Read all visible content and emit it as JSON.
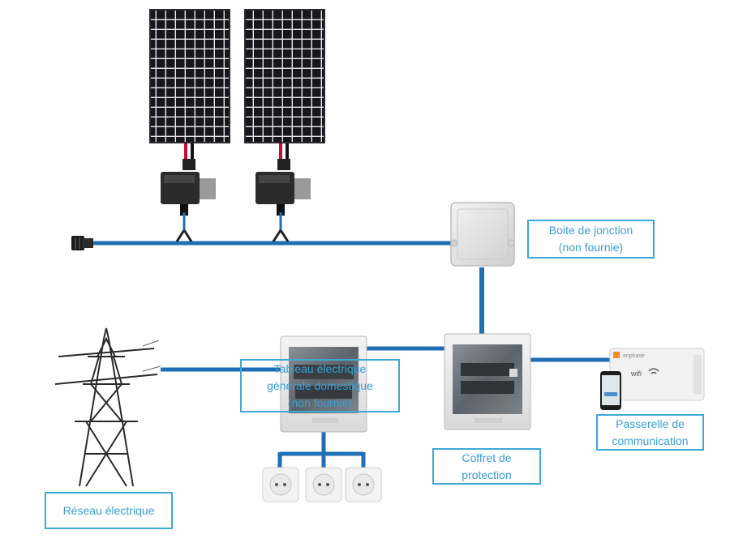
{
  "colors": {
    "cable": "#1f6fb5",
    "label_border": "#3fa9d6",
    "label_text": "#3b9fd4",
    "panel_cell": "#16161c",
    "panel_frame": "#2a2a2e",
    "enclosure": "#e6e6e6"
  },
  "components": {
    "solar_panels": {
      "count": 2,
      "icon": "solar-panel-icon"
    },
    "micro_inverters": {
      "count": 2,
      "icon": "micro-inverter-icon"
    },
    "cable_end_cap": {
      "icon": "cable-end-cap-icon"
    },
    "pylon": {
      "icon": "power-pylon-icon"
    },
    "sockets": {
      "count": 3,
      "icon": "wall-socket-icon"
    },
    "gateway": {
      "icon": "gateway-icon",
      "brand": "enphase",
      "wifi": "wifi"
    }
  },
  "labels": {
    "junction_box": [
      "Boite de jonction",
      "(non fournie)"
    ],
    "main_panel": [
      "Tableau électrique",
      "générale domestique",
      "(non fournie)"
    ],
    "protection_box": [
      "Coffret de",
      "protection"
    ],
    "gateway": [
      "Passerelle de",
      "communication"
    ],
    "grid": [
      "Réseau électrique"
    ]
  }
}
